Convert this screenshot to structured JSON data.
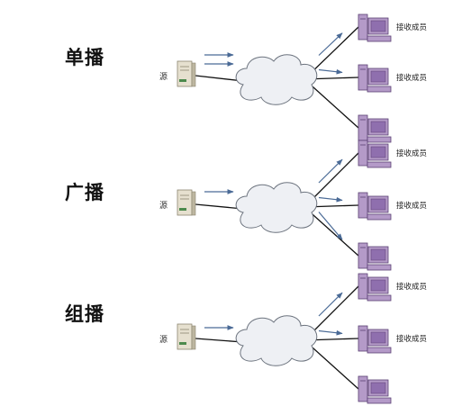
{
  "colors": {
    "background": "#ffffff",
    "link": "#111111",
    "flow_arrow": "#4a6a96",
    "cloud_fill": "#eef0f4",
    "cloud_stroke": "#6c737e",
    "server_fill": "#e6e0cf",
    "pc_fill": "#b49ac8",
    "pc_stroke": "#5a3f73"
  },
  "icons": {
    "source": "server-icon",
    "receiver": "desktop-computer-icon",
    "network": "cloud-icon",
    "flow": "arrow-right-icon"
  },
  "sections": [
    {
      "mode": "单播",
      "source_label": "源",
      "receivers": [
        {
          "label": "接收成员",
          "receives": true
        },
        {
          "label": "接收成员",
          "receives": true
        },
        {
          "label": "",
          "receives": false
        }
      ]
    },
    {
      "mode": "广播",
      "source_label": "源",
      "receivers": [
        {
          "label": "接收成员",
          "receives": true
        },
        {
          "label": "接收成员",
          "receives": true
        },
        {
          "label": "",
          "receives": true
        }
      ]
    },
    {
      "mode": "组播",
      "source_label": "源",
      "receivers": [
        {
          "label": "接收成员",
          "receives": true
        },
        {
          "label": "接收成员",
          "receives": true
        },
        {
          "label": "",
          "receives": false
        }
      ]
    }
  ]
}
